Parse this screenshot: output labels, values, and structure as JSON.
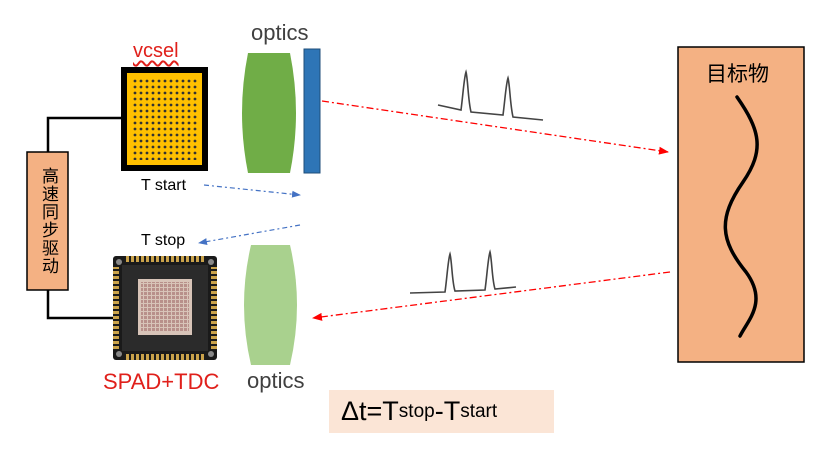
{
  "labels": {
    "vcsel": "vcsel",
    "optics_top": "optics",
    "optics_bottom": "optics",
    "t_start": "T start",
    "t_stop": "T stop",
    "spad_tdc": "SPAD+TDC",
    "target": "目标物",
    "driver": "高速同步驱动"
  },
  "formula": {
    "delta_t": "Δt=T",
    "stop": "stop",
    "minus_t": "-T",
    "start": "start"
  },
  "colors": {
    "vcsel_fill": "#ffc000",
    "lens_top": "#70ad47",
    "lens_bottom": "#a9d18e",
    "window": "#2e75b6",
    "target_fill": "#f4b183",
    "driver_fill": "#f4b183",
    "laser_path": "#ff0000",
    "sync_path": "#4472c4",
    "formula_bg": "#fbe5d6"
  }
}
